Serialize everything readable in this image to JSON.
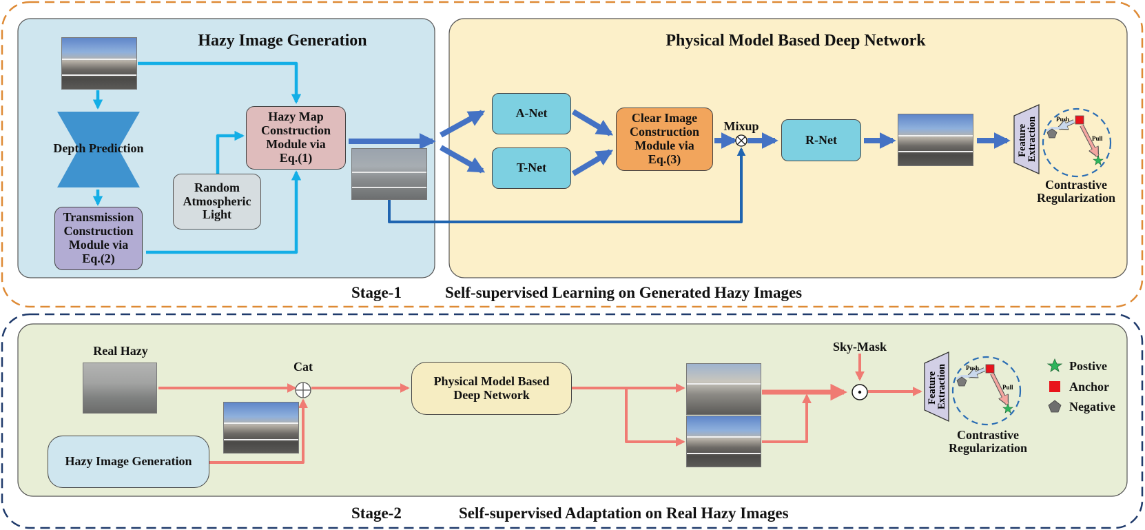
{
  "stage1": {
    "caption_num": "Stage-1",
    "caption_text": "Self-supervised Learning on Generated Hazy Images",
    "hazy_gen": {
      "title": "Hazy Image Generation",
      "depth_prediction": "Depth Prediction",
      "transmission_module": [
        "Transmission",
        "Construction",
        "Module via",
        "Eq.(2)"
      ],
      "random_light": [
        "Random",
        "Atmospheric",
        "Light"
      ],
      "hazy_map_module": [
        "Hazy Map",
        "Construction",
        "Module via",
        "Eq.(1)"
      ]
    },
    "physical": {
      "title": "Physical Model Based Deep Network",
      "a_net": "A-Net",
      "t_net": "T-Net",
      "clear_module": [
        "Clear Image",
        "Construction",
        "Module via",
        "Eq.(3)"
      ],
      "mixup": "Mixup",
      "r_net": "R-Net",
      "feature_extraction": [
        "Feature",
        "Extraction"
      ],
      "push": "Push",
      "pull": "Pull",
      "contrastive": [
        "Contrastive",
        "Regularization"
      ]
    }
  },
  "stage2": {
    "caption_num": "Stage-2",
    "caption_text": "Self-supervised Adaptation on Real Hazy Images",
    "real_hazy": "Real Hazy",
    "cat": "Cat",
    "hazy_image_generation": "Hazy Image Generation",
    "physical_network": [
      "Physical Model Based",
      "Deep Network"
    ],
    "sky_mask": "Sky-Mask",
    "feature_extraction": [
      "Feature",
      "Extraction"
    ],
    "push": "Push",
    "pull": "Pull",
    "contrastive": [
      "Contrastive",
      "Regularization"
    ],
    "legend": [
      {
        "label": "Postive",
        "icon": "green-star-icon"
      },
      {
        "label": "Anchor",
        "icon": "red-square-icon"
      },
      {
        "label": "Negative",
        "icon": "gray-pentagon-icon"
      }
    ]
  },
  "colors": {
    "stage1_border": "#de8a35",
    "stage2_border": "#1f3a6b",
    "hazy_panel": "#cfe6ef",
    "physical_panel": "#fcf0c9",
    "stage2_panel": "#e8eed6",
    "net_box": "#7dd0e1",
    "clear_box": "#f2a55c",
    "hazy_map_box": "#dfbcbc",
    "trans_box": "#b2acd3",
    "light_box": "#d6dde0",
    "arrow_light_blue": "#13aee6",
    "arrow_blue": "#4472c4",
    "arrow_dark_blue": "#1f64b0",
    "arrow_red": "#f07b73"
  }
}
